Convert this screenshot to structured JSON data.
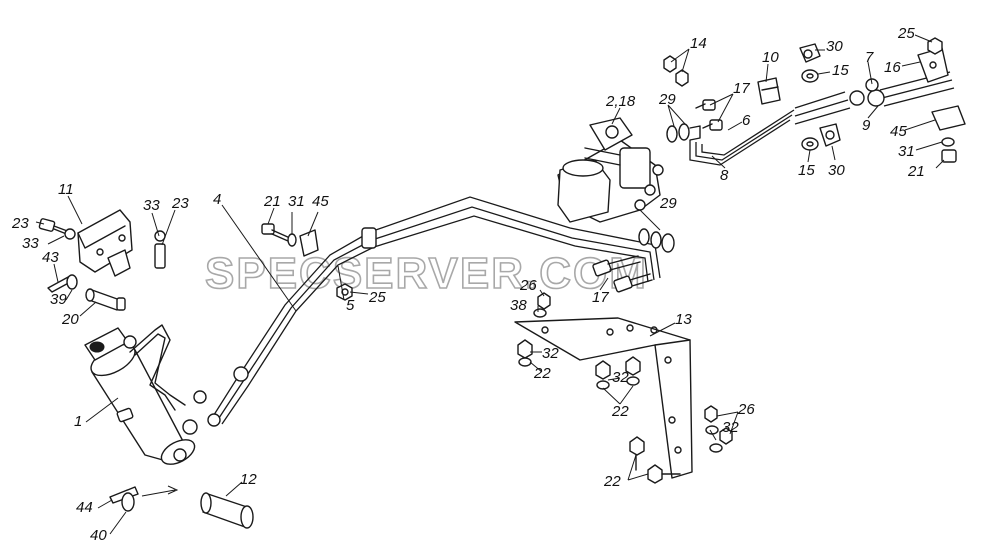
{
  "watermark": "SPECSERVER.COM",
  "labels": [
    {
      "id": "l14",
      "text": "14"
    },
    {
      "id": "l2_18",
      "text": "2,18"
    },
    {
      "id": "l29a",
      "text": "29"
    },
    {
      "id": "l17a",
      "text": "17"
    },
    {
      "id": "l10",
      "text": "10"
    },
    {
      "id": "l30a",
      "text": "30"
    },
    {
      "id": "l15a",
      "text": "15"
    },
    {
      "id": "l7",
      "text": "7"
    },
    {
      "id": "l25a",
      "text": "25"
    },
    {
      "id": "l16",
      "text": "16"
    },
    {
      "id": "l6",
      "text": "6"
    },
    {
      "id": "l9",
      "text": "9"
    },
    {
      "id": "l45a",
      "text": "45"
    },
    {
      "id": "l8",
      "text": "8"
    },
    {
      "id": "l15b",
      "text": "15"
    },
    {
      "id": "l30b",
      "text": "30"
    },
    {
      "id": "l31a",
      "text": "31"
    },
    {
      "id": "l21a",
      "text": "21"
    },
    {
      "id": "l11",
      "text": "11"
    },
    {
      "id": "l23a",
      "text": "23"
    },
    {
      "id": "l33a",
      "text": "33"
    },
    {
      "id": "l23b",
      "text": "23"
    },
    {
      "id": "l33b",
      "text": "33"
    },
    {
      "id": "l4",
      "text": "4"
    },
    {
      "id": "l21b",
      "text": "21"
    },
    {
      "id": "l31b",
      "text": "31"
    },
    {
      "id": "l45b",
      "text": "45"
    },
    {
      "id": "l29b",
      "text": "29"
    },
    {
      "id": "l43",
      "text": "43"
    },
    {
      "id": "l39",
      "text": "39"
    },
    {
      "id": "l20",
      "text": "20"
    },
    {
      "id": "l5",
      "text": "5"
    },
    {
      "id": "l25b",
      "text": "25"
    },
    {
      "id": "l26a",
      "text": "26"
    },
    {
      "id": "l17b",
      "text": "17"
    },
    {
      "id": "l38",
      "text": "38"
    },
    {
      "id": "l13",
      "text": "13"
    },
    {
      "id": "l32a",
      "text": "32"
    },
    {
      "id": "l22a",
      "text": "22"
    },
    {
      "id": "l32b",
      "text": "32"
    },
    {
      "id": "l22b",
      "text": "22"
    },
    {
      "id": "l1",
      "text": "1"
    },
    {
      "id": "l26b",
      "text": "26"
    },
    {
      "id": "l32c",
      "text": "32"
    },
    {
      "id": "l12",
      "text": "12"
    },
    {
      "id": "l22c",
      "text": "22"
    },
    {
      "id": "l44",
      "text": "44"
    },
    {
      "id": "l40",
      "text": "40"
    }
  ]
}
